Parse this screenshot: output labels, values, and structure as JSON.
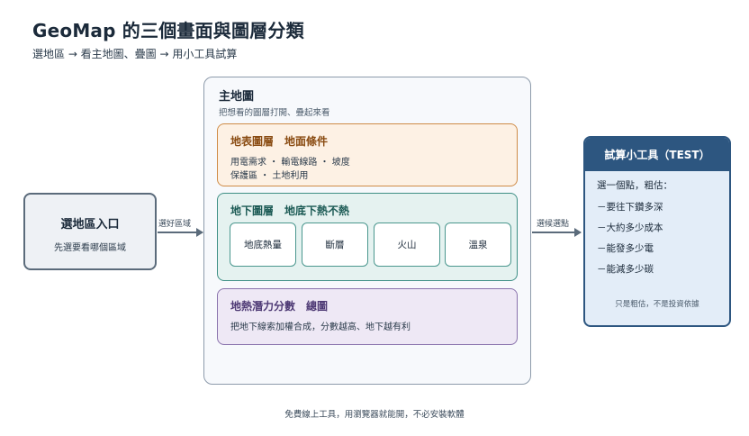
{
  "title": "GeoMap 的三個畫面與圖層分類",
  "subtitle": "選地區 → 看主地圖、疊圖 → 用小工具試算",
  "entry": {
    "title": "選地區入口",
    "desc": "先選要看哪個區域"
  },
  "arrow_left_label": "選好區域",
  "arrow_right_label": "選候選點",
  "main": {
    "title": "主地圖",
    "desc": "把想看的圖層打開、疊起來看",
    "surface": {
      "title": "地表圖層　地面條件",
      "line1": "用電需求 ・ 輸電線路 ・ 坡度",
      "line2": "保護區 ・ 土地利用"
    },
    "underground": {
      "title": "地下圖層　地底下熱不熱",
      "items": [
        "地底熱量",
        "斷層",
        "火山",
        "溫泉"
      ]
    },
    "potential": {
      "title": "地熱潛力分數　總圖",
      "desc": "把地下線索加權合成，分數越高、地下越有利"
    }
  },
  "tool": {
    "title": "試算小工具（TEST）",
    "intro": "選一個點，粗估：",
    "items": [
      "－要往下鑽多深",
      "－大約多少成本",
      "－能發多少電",
      "－能減多少碳"
    ],
    "note": "只是粗估，不是投資依據"
  },
  "footer": "免費線上工具，用瀏覽器就能開，不必安裝軟體"
}
